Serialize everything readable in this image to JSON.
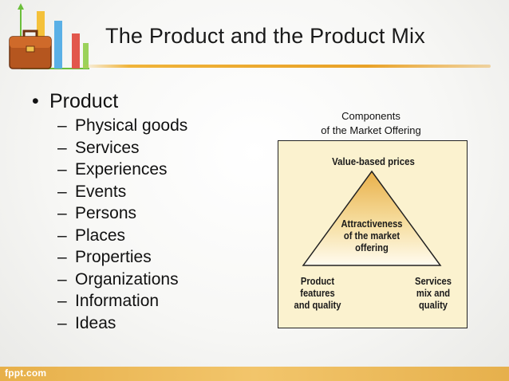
{
  "slide": {
    "title": "The Product and the Product Mix",
    "main_bullet": "Product",
    "sub_items": [
      "Physical goods",
      "Services",
      "Experiences",
      "Events",
      "Persons",
      "Places",
      "Properties",
      "Organizations",
      "Information",
      "Ideas"
    ],
    "bullet_glyph": "•",
    "dash_glyph": "–"
  },
  "diagram": {
    "caption_line1": "Components",
    "caption_line2": "of the Market Offering",
    "top_label": "Value-based prices",
    "center_label": [
      "Attractiveness",
      "of the market",
      "offering"
    ],
    "left_label": [
      "Product",
      "features",
      "and quality"
    ],
    "right_label": [
      "Services",
      "mix and",
      "quality"
    ]
  },
  "footer": {
    "text": "fppt.com"
  },
  "colors": {
    "accent": "#e9a227",
    "diagram_bg": "#fbf2cf",
    "triangle_top": "#e9b04a",
    "triangle_bottom": "#fffbef"
  }
}
